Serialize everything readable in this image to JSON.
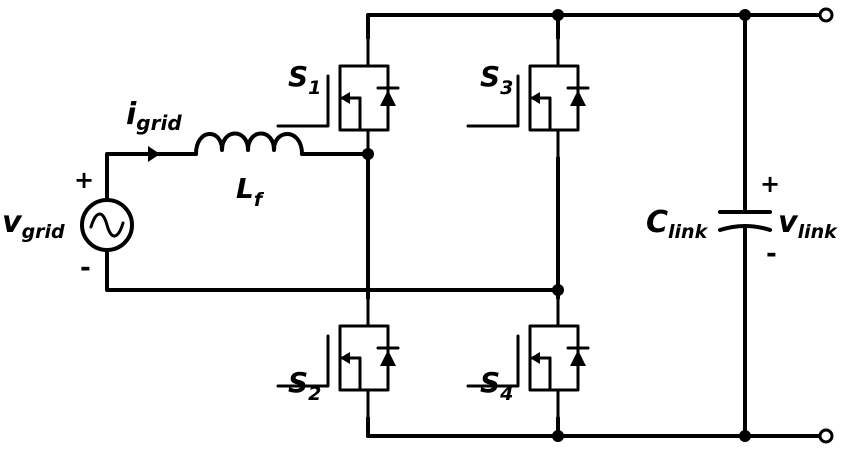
{
  "labels": {
    "s1_base": "S",
    "s1_sub": "1",
    "s2_base": "S",
    "s2_sub": "2",
    "s3_base": "S",
    "s3_sub": "3",
    "s4_base": "S",
    "s4_sub": "4",
    "igrid_base": "i",
    "igrid_sub": "grid",
    "lf_base": "L",
    "lf_sub": "f",
    "vgrid_base": "v",
    "vgrid_sub": "grid",
    "clink_base": "C",
    "clink_sub": "link",
    "vlink_base": "v",
    "vlink_sub": "link"
  },
  "polarity": {
    "grid_plus": "+",
    "grid_minus": "-",
    "link_plus": "+",
    "link_minus": "-"
  },
  "colors": {
    "wire": "#000000",
    "background": "#ffffff"
  }
}
